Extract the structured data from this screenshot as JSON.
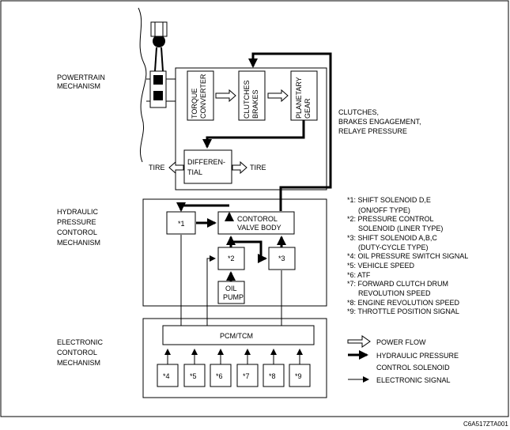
{
  "sections": {
    "powertrain": [
      "POWERTRAIN",
      "MECHANISM"
    ],
    "hydraulic": [
      "HYDRAULIC",
      "PRESSURE",
      "CONTOROL",
      "MECHANISM"
    ],
    "electronic": [
      "ELECTRONIC",
      "CONTOROL",
      "MECHANISM"
    ]
  },
  "powertrain_blocks": {
    "torque_converter": [
      "TORQUE",
      "CONVERTER"
    ],
    "clutches_brakes": [
      "CLUTCHES",
      "BRAKES"
    ],
    "planetary_gear": [
      "PLANETARY",
      "GEAR"
    ],
    "differential": [
      "DIFFEREN-",
      "TIAL"
    ]
  },
  "tire_left": "TIRE",
  "tire_right": "TIRE",
  "clutch_note": [
    "CLUTCHES,",
    "BRAKES ENGAGEMENT,",
    "RELAYE PRESSURE"
  ],
  "hydraulic_blocks": {
    "s1": "*1",
    "s2": "*2",
    "s3": "*3",
    "valve_body": [
      "CONTOROL",
      "VALVE BODY"
    ],
    "oil_pump": [
      "OIL",
      "PUMP"
    ]
  },
  "pcm": "PCM/TCM",
  "inputs": [
    "*4",
    "*5",
    "*6",
    "*7",
    "*8",
    "*9"
  ],
  "notes": [
    "*1: SHIFT SOLENOID D,E",
    "(ON/OFF TYPE)",
    "*2: PRESSURE CONTROL",
    "SOLENOID (LINER TYPE)",
    "*3: SHIFT SOLENOID A,B,C",
    "(DUTY-CYCLE TYPE)",
    "*4: OIL PRESSURE SWITCH SIGNAL",
    "*5: VEHICLE SPEED",
    "*6: ATF",
    "*7: FORWARD CLUTCH DRUM",
    "REVOLUTION SPEED",
    "*8: ENGINE REVOLUTION SPEED",
    "*9: THROTTLE POSITION SIGNAL"
  ],
  "legend": {
    "power_flow": "POWER FLOW",
    "hydraulic_pressure": "HYDRAULIC PRESSURE",
    "control_solenoid": "CONTROL SOLENOID",
    "electronic_signal": "ELECTRONIC SIGNAL"
  },
  "figure_code": "C6A517ZTA001"
}
